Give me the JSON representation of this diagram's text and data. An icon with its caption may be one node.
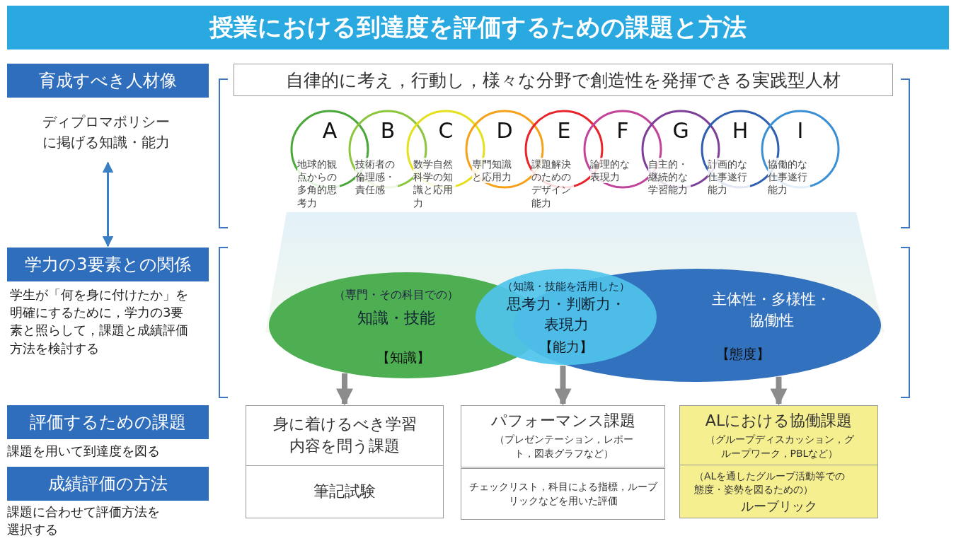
{
  "diagram": {
    "title": "授業における到達度を評価するための課題と方法",
    "nodes": [
      {
        "text": [
          "育成すべき人材像"
        ]
      },
      {
        "text": [
          "ディプロマポリシーに掲げる知識・能力"
        ]
      },
      {
        "text": [
          "学力の3要素との関係"
        ],
        "beside": [
          "学生が「何を身に付けたか」を明確にするために，学力の3要素と照らして，課題と成績評価方法を検討する"
        ]
      },
      {
        "text": [
          "評価するための課題"
        ],
        "beside": [
          "課題を用いて到達度を図る"
        ]
      },
      {
        "text": [
          "成績評価の方法"
        ],
        "beside": [
          "課題に合わせて評価方法を選択する"
        ]
      },
      {
        "text": [
          "自律的に考え，行動し，様々な分野で創造性を発揮できる実践型人材"
        ]
      },
      {
        "text": [
          "A",
          "地球的観点からの多角的思考力"
        ]
      },
      {
        "text": [
          "B",
          "技術者の倫理感・責任感"
        ]
      },
      {
        "text": [
          "C",
          "数学自然科学の知識と応用力"
        ]
      },
      {
        "text": [
          "D",
          "専門知識と応用力"
        ]
      },
      {
        "text": [
          "E",
          "課題解決のためのデザイン能力"
        ]
      },
      {
        "text": [
          "F",
          "論理的な表現力"
        ]
      },
      {
        "text": [
          "G",
          "自主的・継続的な学習能力"
        ]
      },
      {
        "text": [
          "H",
          "計画的な仕事遂行能力"
        ]
      },
      {
        "text": [
          "I",
          "協働的な仕事遂行能力"
        ]
      },
      {
        "text": [
          "（専門・その科目での）",
          "知識・技能",
          "【知識】"
        ]
      },
      {
        "text": [
          "（知識・技能を活用した）",
          "思考力・判断力・表現力",
          "【能力】"
        ]
      },
      {
        "text": [
          "主体性・多様性・協働性",
          "【態度】"
        ]
      },
      {
        "text": [
          "身に着けるべき学習内容を問う課題"
        ]
      },
      {
        "text": [
          "筆記試験"
        ]
      },
      {
        "text": [
          "パフォーマンス課題",
          "（プレゼンテーション，レポート，図表グラフなど）"
        ]
      },
      {
        "text": [
          "チェックリスト，科目による指標，ルーブリックなどを用いた評価"
        ]
      },
      {
        "text": [
          "ALにおける協働課題",
          "（グループディスカッション，グループワーク，PBLなど）"
        ]
      },
      {
        "text": [
          "（ALを通したグループ活動等での態度・姿勢を図るための）",
          "ルーブリック"
        ]
      }
    ],
    "edges": [
      {
        "from": 1,
        "to": 2,
        "arrow": "both",
        "color": "#3b7fc4"
      },
      {
        "from": 15,
        "to": 18,
        "arrow": "to"
      },
      {
        "from": 16,
        "to": 20,
        "arrow": "to"
      },
      {
        "from": 17,
        "to": 22,
        "arrow": "to"
      }
    ]
  }
}
